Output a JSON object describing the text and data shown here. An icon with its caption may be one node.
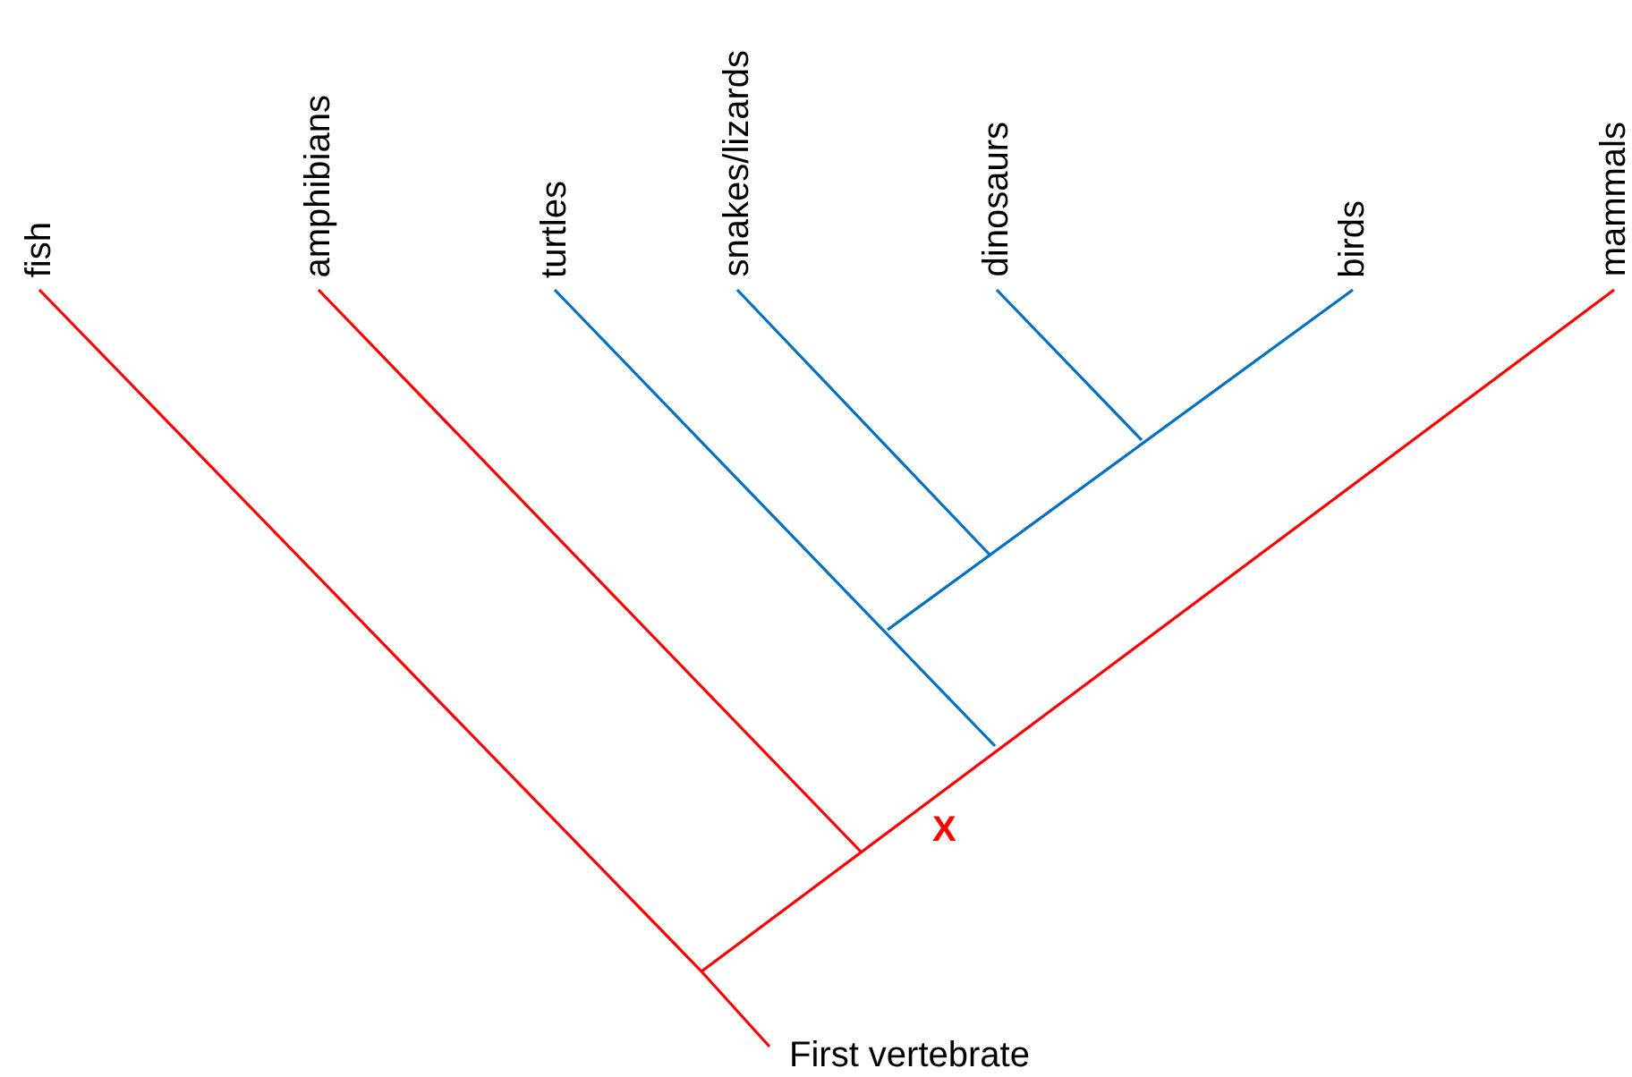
{
  "diagram": {
    "labels": [
      "fish",
      "amphibians",
      "turtles",
      "snakes/lizards",
      "dinosaurs",
      "birds",
      "mammals",
      "X",
      "First vertebrate"
    ]
  }
}
